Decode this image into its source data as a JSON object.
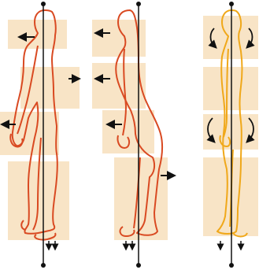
{
  "figures": [
    {
      "id": "left",
      "outline_color": "#d94a22",
      "panel_color": "#f8e4c6",
      "line_color": "#111111",
      "indicators": [
        "arrow-left",
        "arrow-right",
        "arrow-left",
        "double-arrow-down"
      ]
    },
    {
      "id": "middle",
      "outline_color": "#d94a22",
      "panel_color": "#f8e4c6",
      "line_color": "#111111",
      "indicators": [
        "arrow-left",
        "arrow-left",
        "arrow-left",
        "arrow-right",
        "double-arrow-down"
      ]
    },
    {
      "id": "right",
      "outline_color": "#f0a81a",
      "panel_color": "#f8e4c6",
      "line_color": "#111111",
      "indicators": [
        "rotate-arrows",
        "rotate-arrows",
        "arrow-down",
        "arrow-down"
      ]
    }
  ]
}
